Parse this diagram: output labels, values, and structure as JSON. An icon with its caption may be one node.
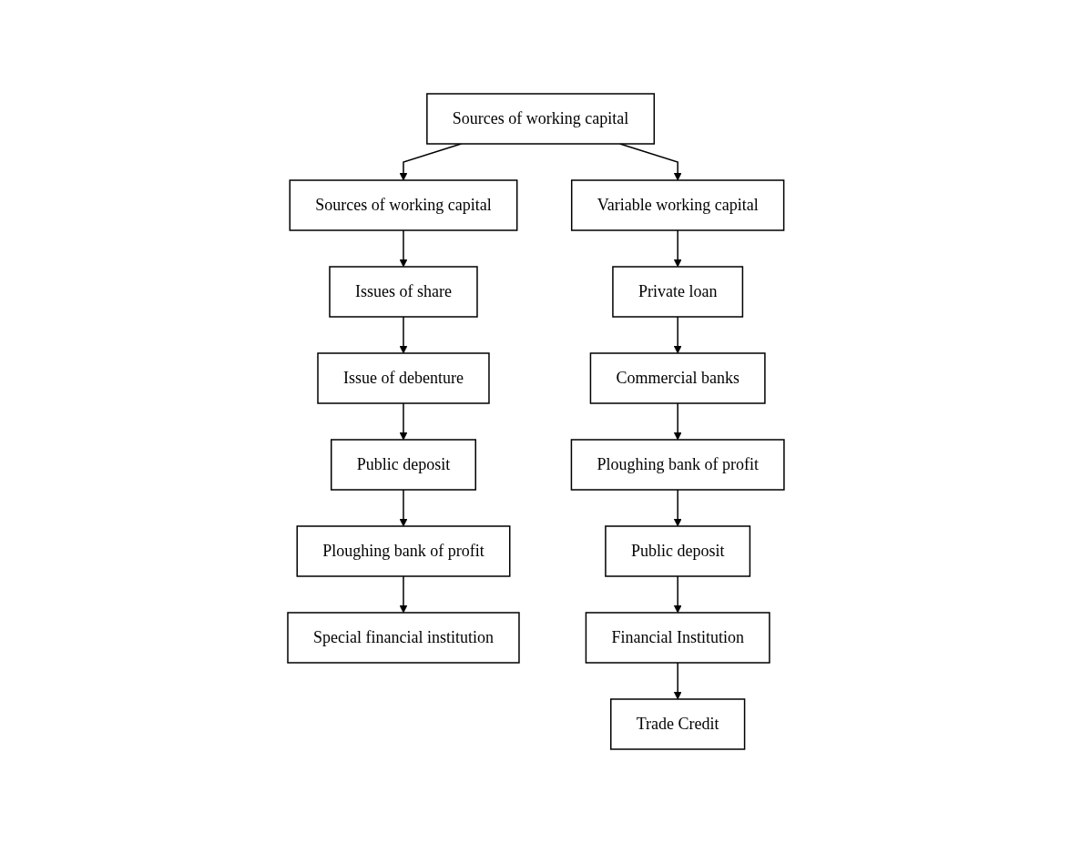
{
  "diagram": {
    "nodes": [
      {
        "text": [
          "Sources of working capital"
        ]
      },
      {
        "text": [
          "Sources of working capital"
        ]
      },
      {
        "text": [
          "Issues of share"
        ]
      },
      {
        "text": [
          "Issue of debenture"
        ]
      },
      {
        "text": [
          "Public deposit"
        ]
      },
      {
        "text": [
          "Ploughing bank of profit"
        ]
      },
      {
        "text": [
          "Special financial institution"
        ]
      },
      {
        "text": [
          "Variable working capital"
        ]
      },
      {
        "text": [
          "Private loan"
        ]
      },
      {
        "text": [
          "Commercial banks"
        ]
      },
      {
        "text": [
          "Ploughing bank of profit"
        ]
      },
      {
        "text": [
          "Public deposit"
        ]
      },
      {
        "text": [
          "Financial Institution"
        ]
      },
      {
        "text": [
          "Trade Credit"
        ]
      }
    ],
    "edges": [
      {
        "from": 0,
        "to": 1,
        "arrow": "to"
      },
      {
        "from": 0,
        "to": 7,
        "arrow": "to"
      },
      {
        "from": 1,
        "to": 2,
        "arrow": "to"
      },
      {
        "from": 2,
        "to": 3,
        "arrow": "to"
      },
      {
        "from": 3,
        "to": 4,
        "arrow": "to"
      },
      {
        "from": 4,
        "to": 5,
        "arrow": "to"
      },
      {
        "from": 5,
        "to": 6,
        "arrow": "to"
      },
      {
        "from": 7,
        "to": 8,
        "arrow": "to"
      },
      {
        "from": 8,
        "to": 9,
        "arrow": "to"
      },
      {
        "from": 9,
        "to": 10,
        "arrow": "to"
      },
      {
        "from": 10,
        "to": 11,
        "arrow": "to"
      },
      {
        "from": 11,
        "to": 12,
        "arrow": "to"
      },
      {
        "from": 12,
        "to": 13,
        "arrow": "to"
      }
    ]
  }
}
